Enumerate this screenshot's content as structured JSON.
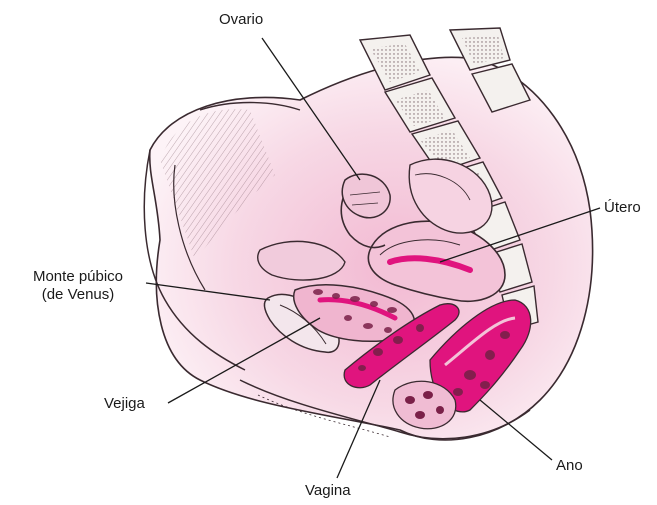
{
  "labels": {
    "ovario": "Ovario",
    "utero": "Útero",
    "monte_line1": "Monte púbico",
    "monte_line2": "(de Venus)",
    "vejiga": "Vejiga",
    "ano": "Ano",
    "vagina": "Vagina"
  },
  "colors": {
    "tissue_light": "#f6dbe6",
    "tissue_mid": "#efc3d6",
    "magenta": "#e0147e",
    "outline": "#3a2a30",
    "bone": "#f4f1ee"
  }
}
